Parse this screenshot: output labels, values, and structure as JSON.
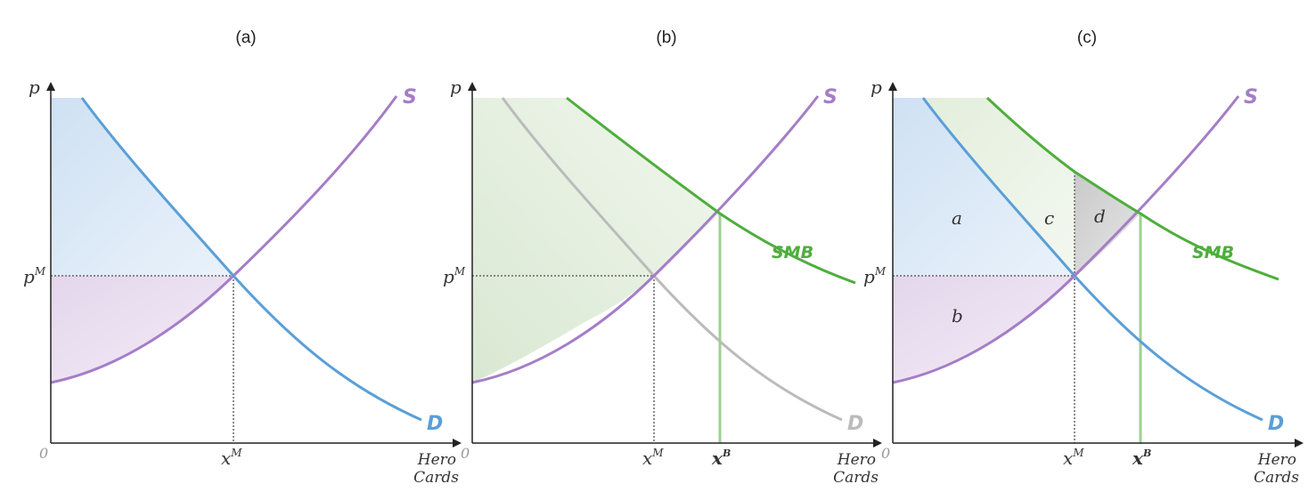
{
  "panels": [
    {
      "title": "(a)",
      "y_axis_label": "p",
      "x_axis_label_line1": "Hero",
      "x_axis_label_line2": "Cards",
      "origin_label": "0",
      "price_label": "p",
      "price_label_sup": "M",
      "quantity_label": "x",
      "quantity_label_sup": "M",
      "supply_label": "S",
      "demand_label": "D",
      "supply_color": "#a57dc7",
      "demand_color": "#5a9fd8"
    },
    {
      "title": "(b)",
      "y_axis_label": "p",
      "x_axis_label_line1": "Hero",
      "x_axis_label_line2": "Cards",
      "origin_label": "0",
      "price_label": "p",
      "price_label_sup": "M",
      "quantity_label": "x",
      "quantity_label_sup": "M",
      "quantity2_label": "x",
      "quantity2_label_sup": "B",
      "supply_label": "S",
      "demand_label": "D",
      "smb_label": "SMB",
      "supply_color": "#a57dc7",
      "demand_color": "#bbbbbb",
      "smb_color": "#4eae3c"
    },
    {
      "title": "(c)",
      "y_axis_label": "p",
      "x_axis_label_line1": "Hero",
      "x_axis_label_line2": "Cards",
      "origin_label": "0",
      "price_label": "p",
      "price_label_sup": "M",
      "quantity_label": "x",
      "quantity_label_sup": "M",
      "quantity2_label": "x",
      "quantity2_label_sup": "B",
      "supply_label": "S",
      "demand_label": "D",
      "smb_label": "SMB",
      "area_a": "a",
      "area_b": "b",
      "area_c": "c",
      "area_d": "d",
      "supply_color": "#a57dc7",
      "demand_color": "#5a9fd8",
      "smb_color": "#4eae3c"
    }
  ]
}
